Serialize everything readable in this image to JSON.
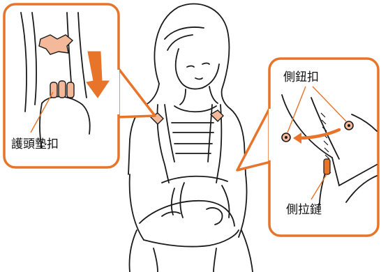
{
  "labels": {
    "headrest_buckle": "護頭墊扣",
    "side_buttons": "側鈕扣",
    "side_zipper": "側拉鏈"
  },
  "colors": {
    "accent": "#E8742A",
    "pad": "#F4B99A",
    "line": "#1A1A1A",
    "background": "#FFFFFF"
  }
}
